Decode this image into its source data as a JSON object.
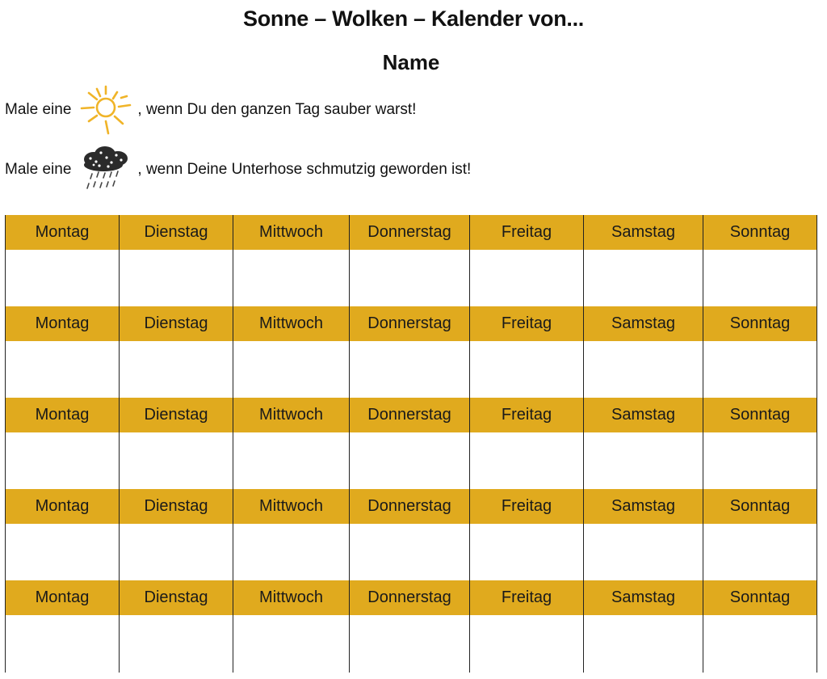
{
  "header": {
    "title": "Sonne – Wolken – Kalender von...",
    "subtitle": "Name"
  },
  "instructions": [
    {
      "prefix": "Male eine",
      "icon": "sun-icon",
      "text": ", wenn Du den ganzen Tag sauber warst!"
    },
    {
      "prefix": "Male eine",
      "icon": "rain-cloud-icon",
      "text": ", wenn Deine Unterhose schmutzig geworden ist!"
    }
  ],
  "calendar": {
    "days": [
      "Montag",
      "Dienstag",
      "Mittwoch",
      "Donnerstag",
      "Freitag",
      "Samstag",
      "Sonntag"
    ],
    "weeks": 5
  },
  "colors": {
    "header_band": "#e0aa1e",
    "sun": "#f0b428",
    "cloud": "#2b2b2b"
  }
}
